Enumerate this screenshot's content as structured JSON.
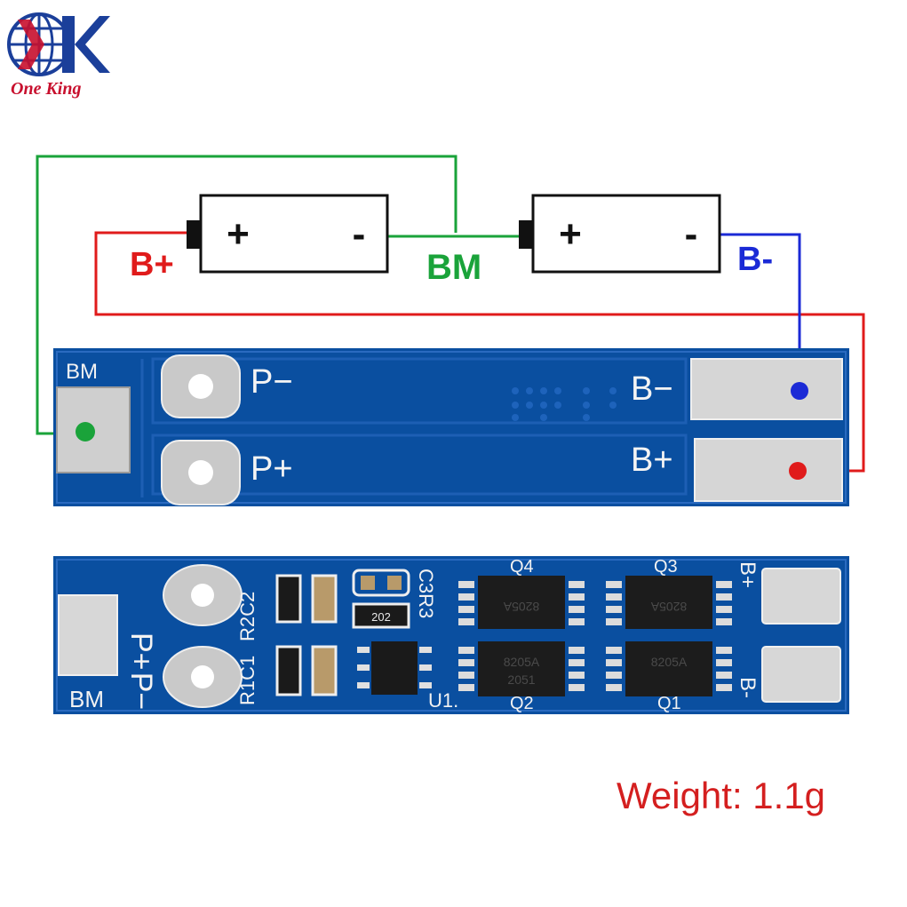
{
  "logo": {
    "brand_text": "One King"
  },
  "diagram": {
    "wire_labels": {
      "b_plus": "B+",
      "bm": "BM",
      "b_minus": "B-"
    },
    "battery_1": {
      "plus": "+",
      "minus": "-"
    },
    "battery_2": {
      "plus": "+",
      "minus": "-"
    }
  },
  "board_top": {
    "bm_label": "BM",
    "p_minus": "P−",
    "p_plus": "P+",
    "b_minus": "B−",
    "b_plus": "B+"
  },
  "board_bottom": {
    "p_plus": "P+",
    "p_minus": "P−",
    "bm": "BM",
    "r2c2": "R2C2",
    "r1c1": "R1C1",
    "c3r3": "C3R3",
    "resistor_code": "202",
    "q4": "Q4",
    "q3": "Q3",
    "q2": "Q2",
    "q1": "Q1",
    "u1": "U1.",
    "b_plus": "B+",
    "b_minus": "B-",
    "chip_q4": "8205A",
    "chip_q3": "8205A",
    "chip_q2": "8205A",
    "chip_q1": "8205A",
    "chip_code": "2051"
  },
  "caption": {
    "weight": "Weight: 1.1g"
  },
  "colors": {
    "pcb": "#0a4fa0",
    "pcb_dark": "#083f86",
    "wire_green": "#1aa33a",
    "wire_red": "#e01b1b",
    "wire_blue": "#1b2ad6",
    "caption_red": "#d41f1f",
    "logo_blue": "#1b3f9a",
    "logo_red": "#c8102e"
  }
}
